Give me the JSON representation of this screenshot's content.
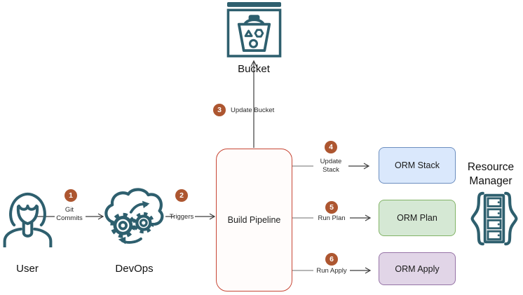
{
  "nodes": {
    "user": {
      "label": "User"
    },
    "devops": {
      "label": "DevOps"
    },
    "bucket": {
      "label": "Bucket"
    },
    "build_pipeline": {
      "label": "Build Pipeline"
    },
    "orm_stack": {
      "label": "ORM Stack"
    },
    "orm_plan": {
      "label": "ORM Plan"
    },
    "orm_apply": {
      "label": "ORM Apply"
    },
    "resource_manager": {
      "label": "Resource Manager"
    }
  },
  "steps": [
    {
      "number": "1",
      "label": "Git Commits"
    },
    {
      "number": "2",
      "label": "Triggers"
    },
    {
      "number": "3",
      "label": "Update Bucket"
    },
    {
      "number": "4",
      "label": "Update Stack"
    },
    {
      "number": "5",
      "label": "Run Plan"
    },
    {
      "number": "6",
      "label": "Run Apply"
    }
  ],
  "icons": {
    "user": "person-icon",
    "devops": "cloud-gears-icon",
    "bucket": "storage-bucket-icon",
    "resource_manager": "server-in-braces-icon"
  },
  "palette": {
    "icon_teal": "#2E5F6E",
    "pipeline_border": "#C74634",
    "badge_orange": "#AD5630",
    "orm_stack_fill": "#DAE8FC",
    "orm_stack_border": "#6C8EBF",
    "orm_plan_fill": "#D5E8D4",
    "orm_plan_border": "#82B366",
    "orm_apply_fill": "#E1D5E7",
    "orm_apply_border": "#9673A6",
    "connector_dark": "#3D3D3D",
    "connector_stub": "#8C8C8C"
  }
}
